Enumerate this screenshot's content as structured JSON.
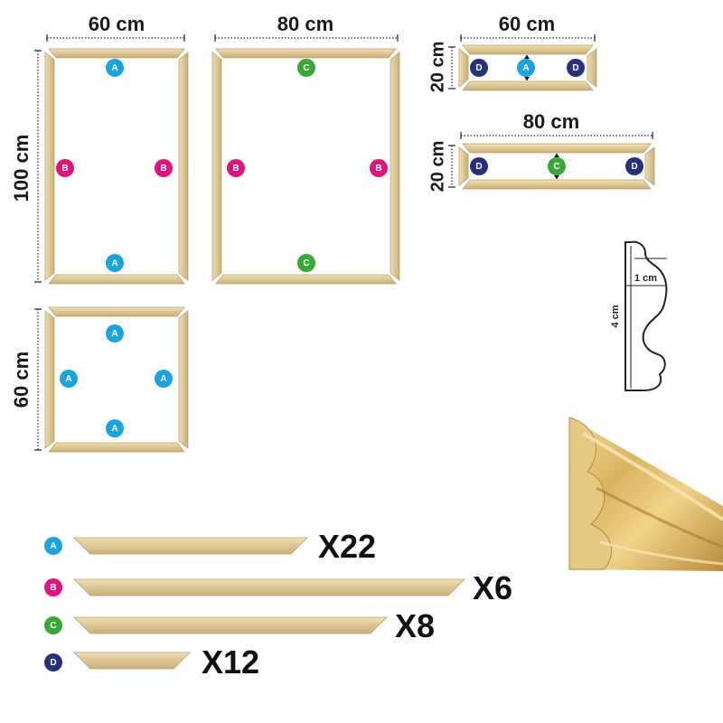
{
  "colors": {
    "A": "#1aa3dd",
    "B": "#e0127c",
    "C": "#3aa836",
    "D": "#27307a",
    "wood": "#e0cc9a",
    "wood_edge": "#b9a270"
  },
  "frames": {
    "frame1": {
      "width_label": "60 cm",
      "height_label": "100 cm"
    },
    "frame2": {
      "width_label": "80 cm"
    },
    "frame3": {
      "width_label": "60 cm",
      "height_label": "20 cm"
    },
    "frame4": {
      "width_label": "80 cm",
      "height_label": "20 cm"
    },
    "frame5": {
      "height_label": "60 cm"
    }
  },
  "badge_letters": {
    "A": "A",
    "B": "B",
    "C": "C",
    "D": "D"
  },
  "profile": {
    "width_label": "1 cm",
    "height_label": "4 cm"
  },
  "parts_list": [
    {
      "letter": "A",
      "qty": "X22"
    },
    {
      "letter": "B",
      "qty": "X6"
    },
    {
      "letter": "C",
      "qty": "X8"
    },
    {
      "letter": "D",
      "qty": "X12"
    }
  ]
}
